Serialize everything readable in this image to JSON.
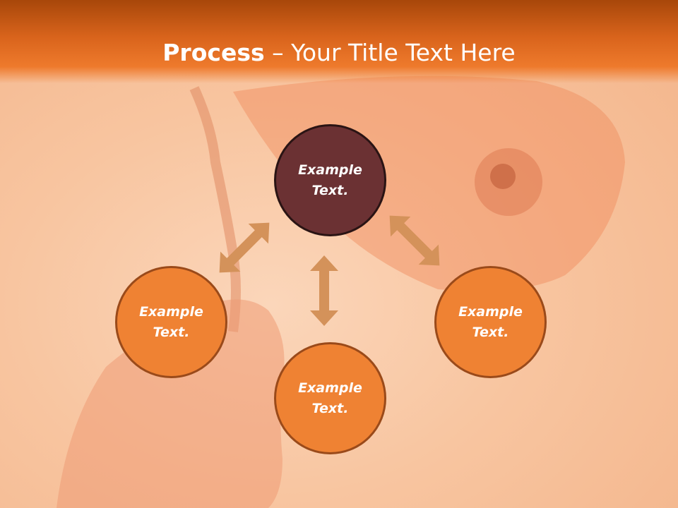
{
  "header": {
    "title_strong": "Process",
    "title_rest": " – Your Title Text Here"
  },
  "diagram": {
    "nodes": [
      {
        "id": "top",
        "label": "Example Text.",
        "color": "#6b3133"
      },
      {
        "id": "left",
        "label": "Example Text.",
        "color": "#ef8233"
      },
      {
        "id": "bottom",
        "label": "Example Text.",
        "color": "#ef8233"
      },
      {
        "id": "right",
        "label": "Example Text.",
        "color": "#ef8233"
      }
    ],
    "arrow_color": "#d4925a"
  }
}
